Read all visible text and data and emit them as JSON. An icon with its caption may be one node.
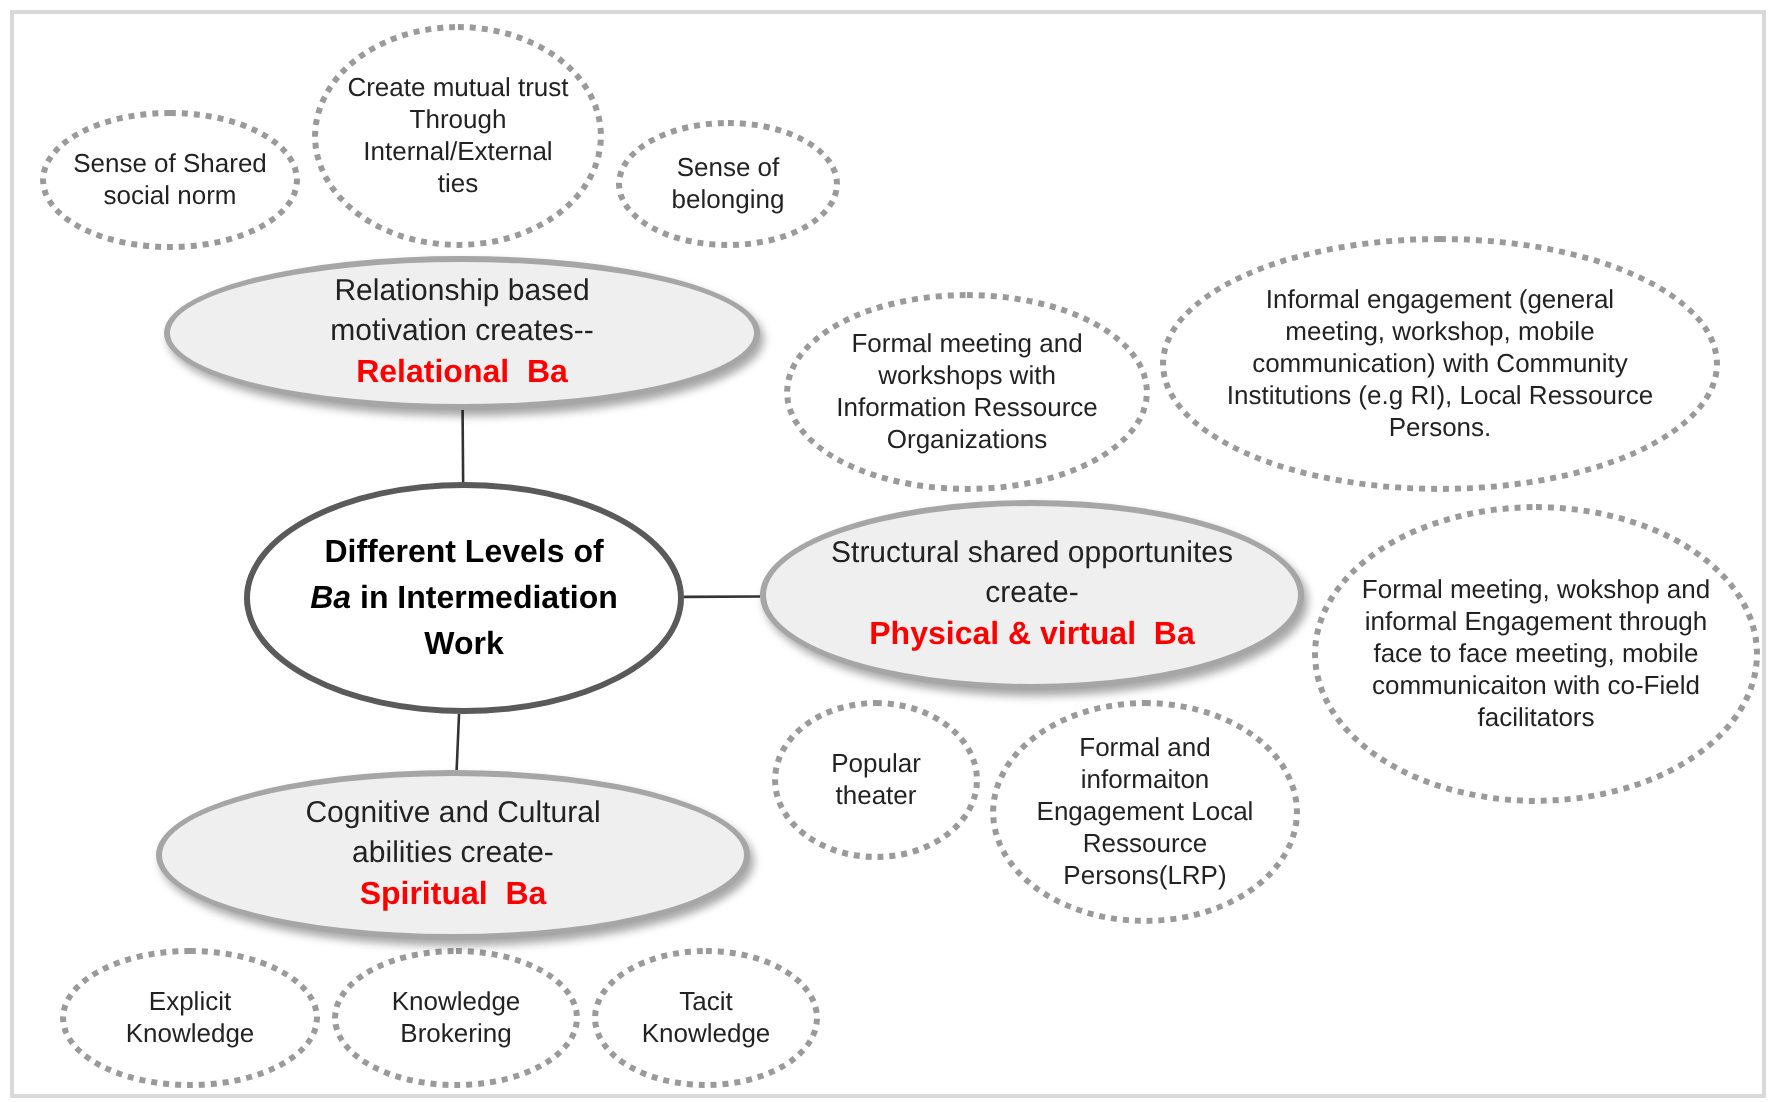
{
  "diagram": {
    "nodes": [
      {
        "text": [
          "Different Levels of *Ba* in Intermediation Work"
        ]
      },
      {
        "text": [
          "Relationship based motivation creates--",
          "Relational  Ba"
        ]
      },
      {
        "text": [
          "Sense of Shared social norm"
        ]
      },
      {
        "text": [
          "Create mutual trust Through Internal/External ties"
        ]
      },
      {
        "text": [
          "Sense of belonging"
        ]
      },
      {
        "text": [
          "Structural shared opportunites create-",
          "Physical & virtual  Ba"
        ]
      },
      {
        "text": [
          "Formal meeting and workshops with Information Ressource Organizations"
        ]
      },
      {
        "text": [
          "Informal engagement (general meeting, workshop, mobile communication) with Community Institutions (e.g RI), Local Ressource Persons."
        ]
      },
      {
        "text": [
          "Formal meeting, wokshop and informal Engagement through face to face meeting, mobile communicaiton with co-Field facilitators"
        ]
      },
      {
        "text": [
          "Popular theater"
        ]
      },
      {
        "text": [
          "Formal and informaiton Engagement Local Ressource Persons(LRP)"
        ]
      },
      {
        "text": [
          "Cognitive and Cultural abilities create-",
          "Spiritual  Ba"
        ]
      },
      {
        "text": [
          "Explicit Knowledge"
        ]
      },
      {
        "text": [
          "Knowledge Brokering"
        ]
      },
      {
        "text": [
          "Tacit Knowledge"
        ]
      }
    ],
    "edges": [
      {
        "from": 0,
        "to": 1,
        "arrow": "none"
      },
      {
        "from": 0,
        "to": 5,
        "arrow": "none"
      },
      {
        "from": 0,
        "to": 11,
        "arrow": "none"
      }
    ]
  }
}
